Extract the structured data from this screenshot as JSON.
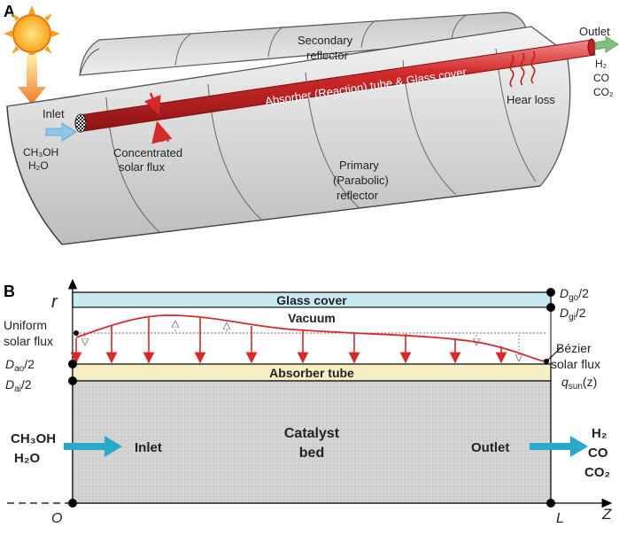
{
  "panel_a": {
    "label": "A",
    "inlet": "Inlet",
    "inlet_species": [
      "CH₃OH",
      "H₂O"
    ],
    "outlet": "Outlet",
    "outlet_species": [
      "H₂",
      "CO",
      "CO₂"
    ],
    "secondary_reflector": [
      "Secondary",
      "reflector"
    ],
    "absorber": "Absorber (Reaction) tube & Glass cover",
    "heat_loss": "Hear loss",
    "concentrated_flux": [
      "Concentrated",
      "solar flux"
    ],
    "primary_reflector": [
      "Primary",
      "(Parabolic)",
      "reflector"
    ]
  },
  "panel_b": {
    "label": "B",
    "axis_r": "r",
    "axis_z": "Z",
    "origin": "O",
    "length": "L",
    "glass_cover": "Glass cover",
    "vacuum": "Vacuum",
    "absorber_tube": "Absorber tube",
    "catalyst_bed": [
      "Catalyst",
      "bed"
    ],
    "inlet": "Inlet",
    "outlet": "Outlet",
    "uniform_flux": [
      "Uniform",
      "solar flux"
    ],
    "bezier_flux": [
      "Bézier",
      "solar flux"
    ],
    "d_go": {
      "sym": "D",
      "sub": "go",
      "suffix": "/2"
    },
    "d_gi": {
      "sym": "D",
      "sub": "gi",
      "suffix": "/2"
    },
    "d_ao": {
      "sym": "D",
      "sub": "ao",
      "suffix": "/2"
    },
    "d_ai": {
      "sym": "D",
      "sub": "ai",
      "suffix": "/2"
    },
    "q_sun": {
      "sym": "q",
      "sub": "sun",
      "suffix": "(z)"
    },
    "inlet_species": [
      "CH₃OH",
      "H₂O"
    ],
    "outlet_species": [
      "H₂",
      "CO",
      "CO₂"
    ]
  },
  "colors": {
    "tube_red": "#d42a2a",
    "reflector_gray": "#dcdcdc",
    "glass_blue": "#c8e9f2",
    "absorber_yellow": "#f8eec4",
    "catalyst_gray": "#d2d2d2",
    "flow_teal": "#2aa9c9",
    "outlet_green": "#7ec27e"
  }
}
